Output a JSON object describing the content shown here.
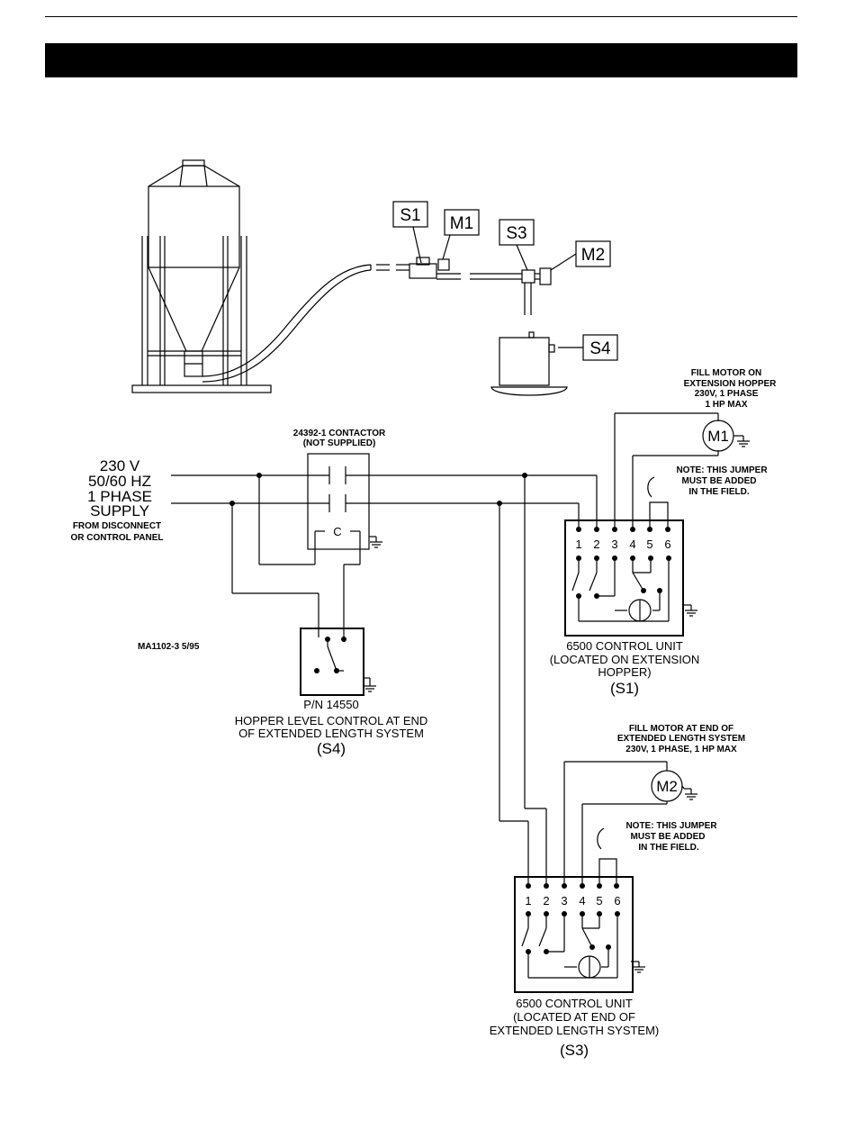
{
  "labels": {
    "s1": "S1",
    "m1": "M1",
    "s3": "S3",
    "m2": "M2",
    "s4": "S4",
    "contactor_1": "24392-1 CONTACTOR",
    "contactor_2": "(NOT SUPPLIED)",
    "contactor_coil": "C",
    "supply_1": "230  V",
    "supply_2": "50/60  HZ",
    "supply_3": "1  PHASE",
    "supply_4": "SUPPLY",
    "supply_5": "FROM DISCONNECT",
    "supply_6": "OR CONTROL PANEL",
    "m1_note_1": "FILL MOTOR ON",
    "m1_note_2": "EXTENSION HOPPER",
    "m1_note_3": "230V, 1 PHASE",
    "m1_note_4": "1 HP MAX",
    "jumper1_1": "NOTE: THIS JUMPER",
    "jumper1_2": "MUST BE ADDED",
    "jumper1_3": "IN THE FIELD.",
    "u1_1": "6500  CONTROL  UNIT",
    "u1_2": "(LOCATED ON EXTENSION",
    "u1_3": "HOPPER)",
    "u1_4": "(S1)",
    "drawing_no": "MA1102-3  5/95",
    "s4_pn": "P/N  14550",
    "s4_1": "HOPPER LEVEL CONTROL AT END",
    "s4_2": "OF EXTENDED LENGTH SYSTEM",
    "s4_3": "(S4)",
    "m2_note_1": "FILL MOTOR AT END OF",
    "m2_note_2": "EXTENDED LENGTH SYSTEM",
    "m2_note_3": "230V, 1 PHASE, 1 HP MAX",
    "jumper2_1": "NOTE: THIS JUMPER",
    "jumper2_2": "MUST BE ADDED",
    "jumper2_3": "IN THE FIELD.",
    "u2_1": "6500  CONTROL  UNIT",
    "u2_2": "(LOCATED AT END OF",
    "u2_3": "EXTENDED LENGTH SYSTEM)",
    "u2_4": "(S3)",
    "motor1": "M1",
    "motor2": "M2"
  },
  "terminals": [
    "1",
    "2",
    "3",
    "4",
    "5",
    "6"
  ]
}
